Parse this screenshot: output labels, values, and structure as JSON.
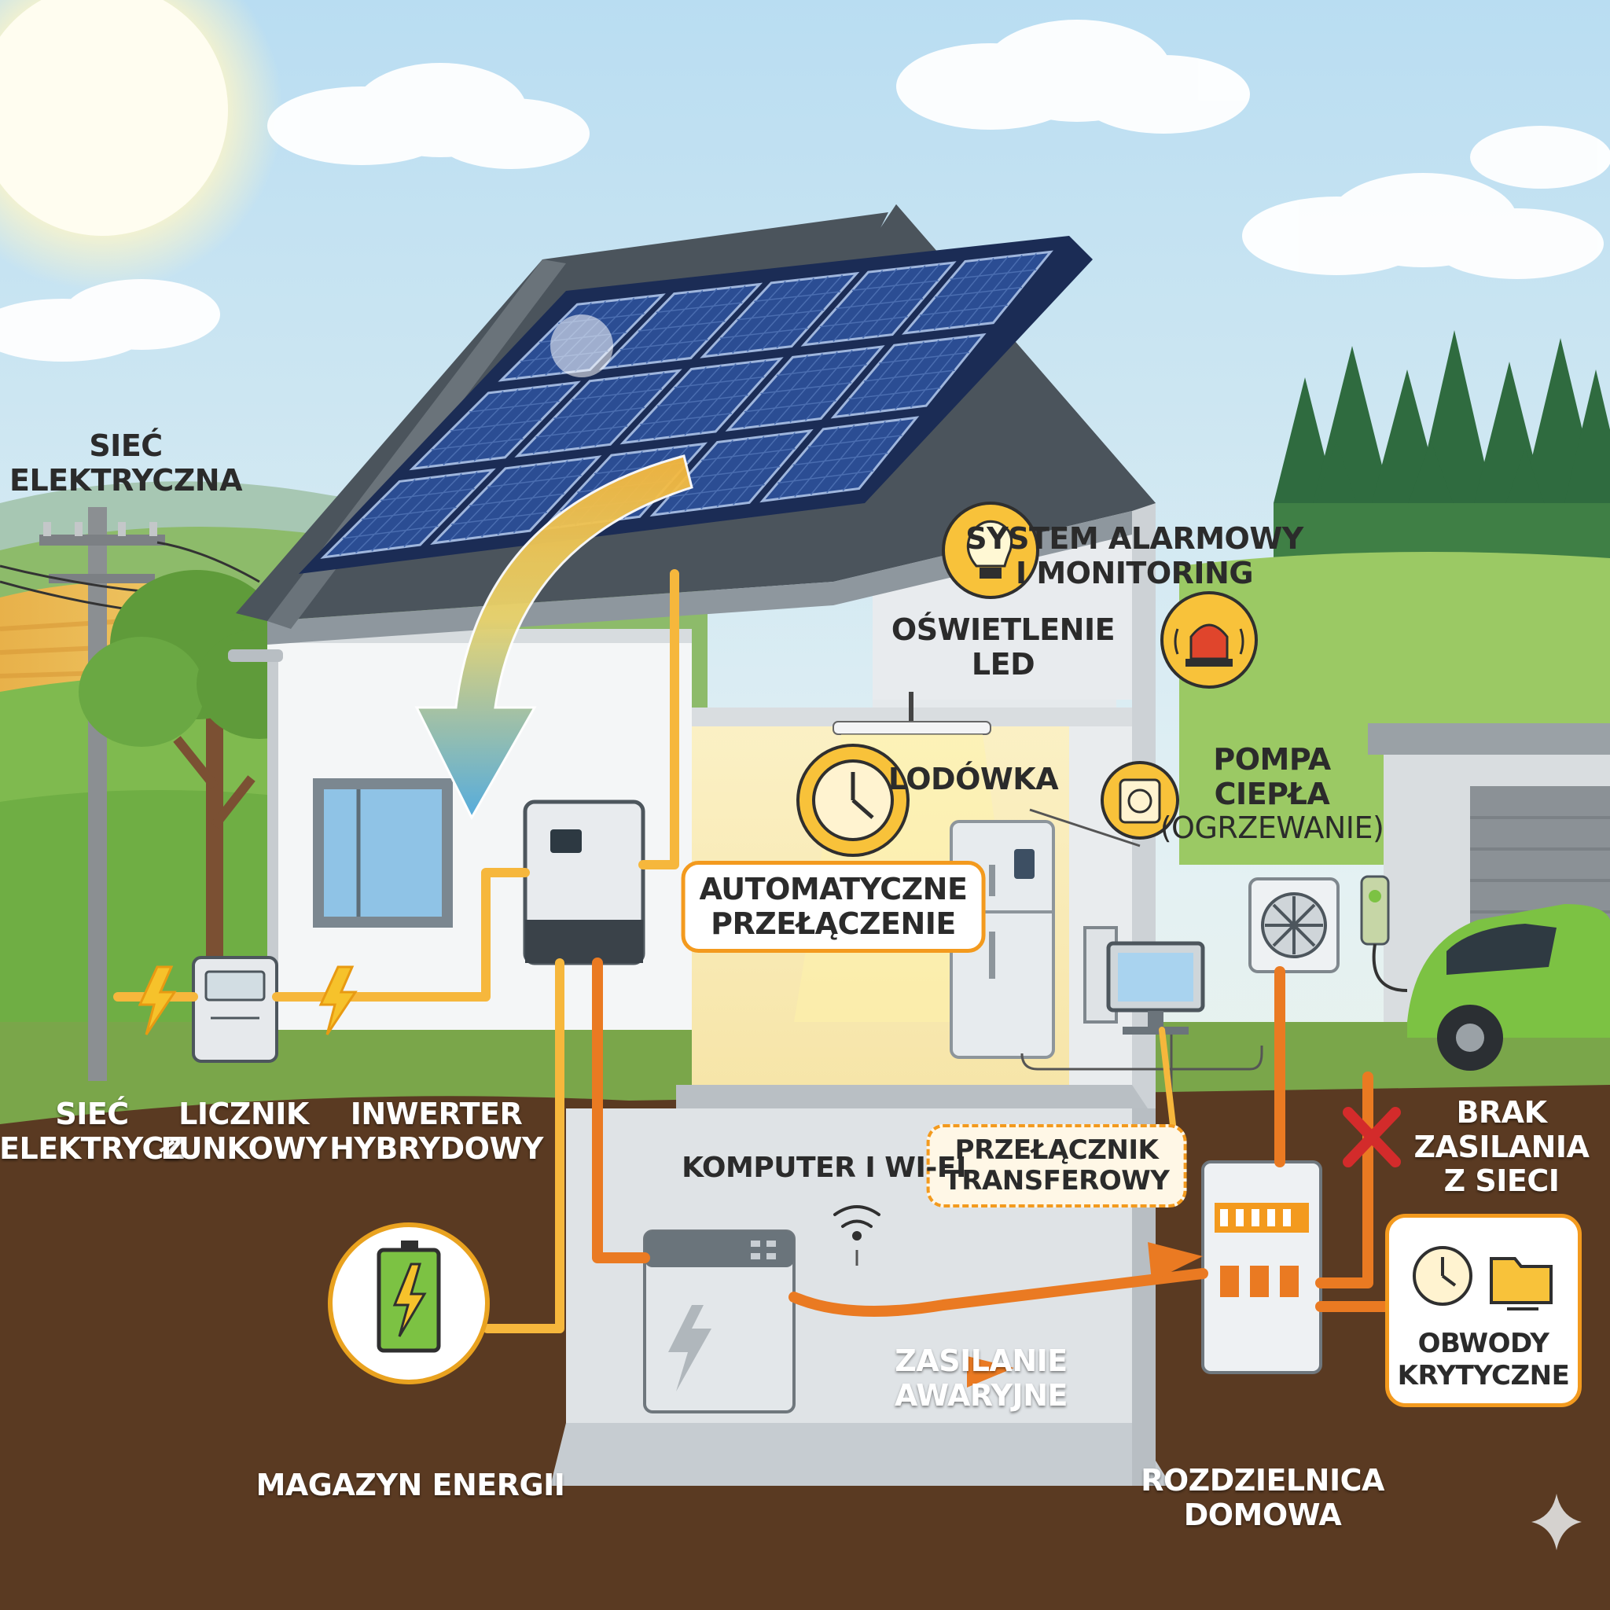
{
  "labels": {
    "grid_top": {
      "line1": "SIEĆ",
      "line2": "ELEKTRYCZNA"
    },
    "grid_bottom": {
      "line1": "SIEĆ",
      "line2": "ELEKTRYCZ"
    },
    "meter": {
      "line1": "LICZNIK",
      "line2": "ŁUNKOWY"
    },
    "inverter": {
      "line1": "INWERTER",
      "line2": "HYBRYDOWY"
    },
    "alarm": {
      "line1": "SYSTEM ALARMOWY",
      "line2": "I MONITORING"
    },
    "led": {
      "line1": "OŚWIETLENIE",
      "line2": "LED"
    },
    "fridge": {
      "text": "LODÓWKA"
    },
    "heat_pump": {
      "line1": "POMPA",
      "line2": "CIEPŁA",
      "line3": "(OGRZEWANIE)"
    },
    "auto_switch": {
      "line1": "AUTOMATYCZNE",
      "line2": "PRZEŁĄCZENIE"
    },
    "transfer_switch": {
      "line1": "PRZEŁĄCZNIK",
      "line2": "TRANSFEROWY"
    },
    "computer": {
      "text": "KOMPUTER I WI-FI"
    },
    "no_grid": {
      "line1": "BRAK",
      "line2": "ZASILANIA",
      "line3": "Z SIECI"
    },
    "critical": {
      "line1": "OBWODY",
      "line2": "KRYTYCZNE"
    },
    "backup": {
      "line1": "ZASILANIE",
      "line2": "AWARYJNE"
    },
    "storage": {
      "text": "MAGAZYN ENERGII"
    },
    "switchboard": {
      "line1": "ROZDZIELNICA",
      "line2": "DOMOWA"
    }
  },
  "icons": {
    "sun": "sun-icon",
    "bulb": "lightbulb-icon",
    "alarm": "alarm-beacon-icon",
    "clock": "clock-icon",
    "thermostat": "thermostat-icon",
    "battery": "battery-charging-icon",
    "wifi": "wifi-icon",
    "cross": "cross-icon",
    "folder": "folder-icon",
    "sparkle": "sparkle-icon"
  },
  "colors": {
    "accent_orange": "#f39a1e",
    "cable_yellow": "#f6b73c",
    "cable_orange": "#ea7a22",
    "alert_red": "#d32b2b",
    "battery_green": "#7cc243",
    "panel_blue": "#26447e",
    "soil_brown": "#5a3a22"
  }
}
